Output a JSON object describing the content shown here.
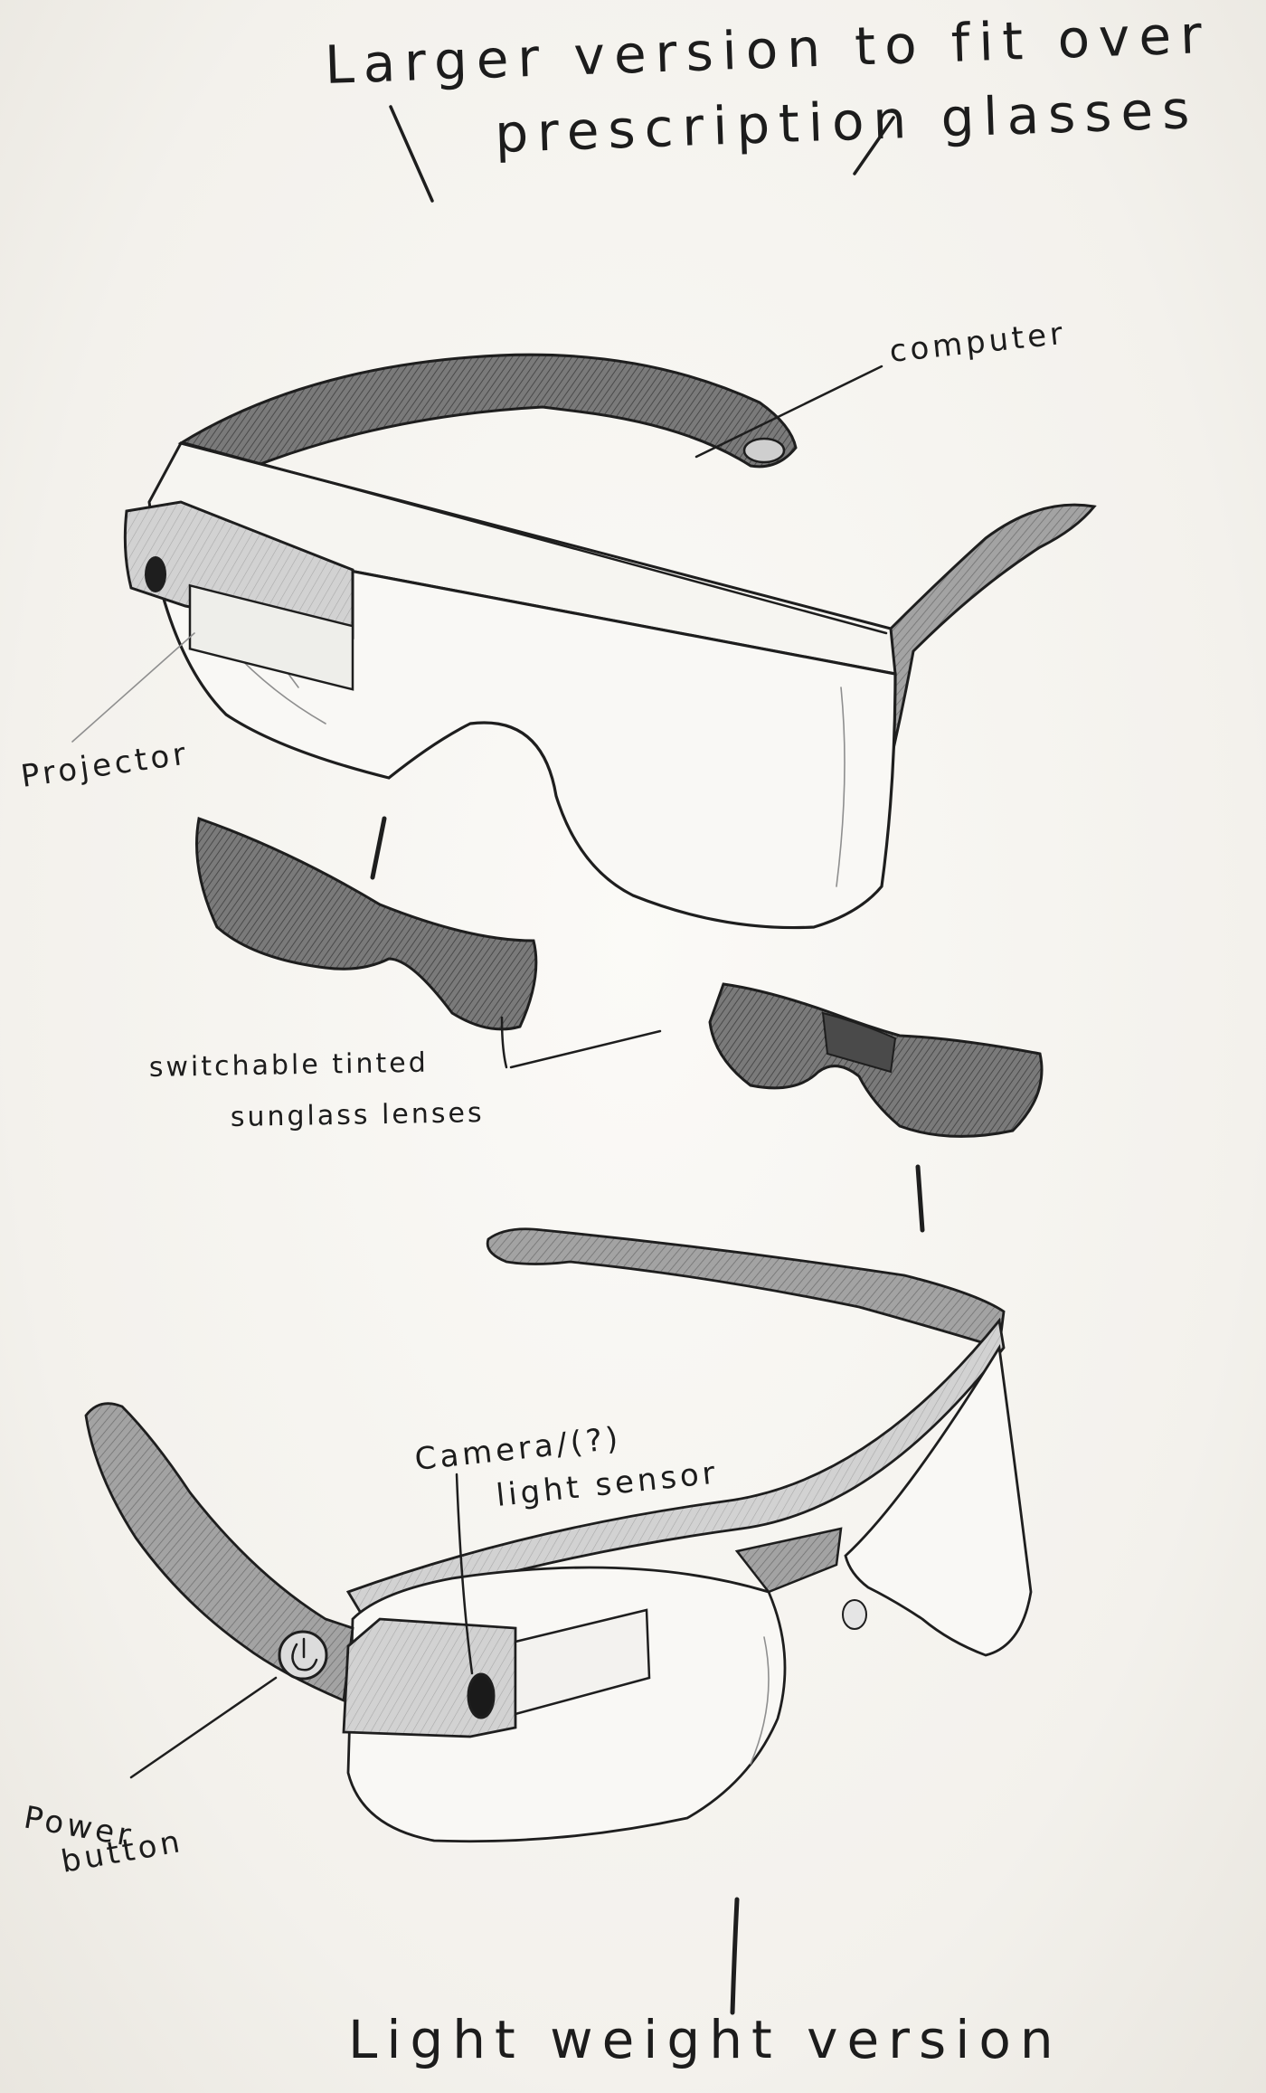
{
  "labels": {
    "title_top_line1": "Larger version to fit over",
    "title_top_line2": "prescription glasses",
    "computer": "computer",
    "projector": "Projector",
    "switchable_line1": "switchable tinted",
    "switchable_line2": "sunglass lenses",
    "camera_line1": "Camera/(?)",
    "camera_line2": "light sensor",
    "power_line1": "Power",
    "power_line2": "button",
    "title_bottom": "Light weight version"
  },
  "colors": {
    "paper": "#f4f2ee",
    "ink": "#1e1e1e",
    "graphite_dark": "#5e5e5e",
    "graphite_mid": "#8c8c8c",
    "graphite_light": "#bdbdbd"
  }
}
